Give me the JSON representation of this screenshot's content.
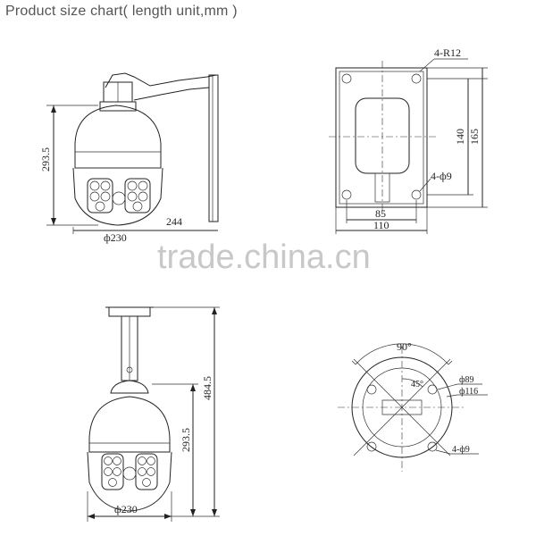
{
  "title": "Product size chart( length unit,mm )",
  "watermark": "trade.china.cn",
  "side_view": {
    "height_label": "293.5",
    "depth_label": "244",
    "diameter_label": "ф230"
  },
  "wall_plate": {
    "corner_radius_label": "4-R12",
    "height_inner_label": "140",
    "height_outer_label": "165",
    "hole_label": "4-ф9",
    "width_inner_label": "85",
    "width_outer_label": "110"
  },
  "pendant_view": {
    "total_height_label": "484.5",
    "dome_height_label": "293.5",
    "diameter_label": "ф230"
  },
  "flange": {
    "angle_90_label": "90°",
    "angle_45_label": "45°",
    "pcd_label": "ф89",
    "outer_label": "ф116",
    "hole_label": "4-ф9"
  },
  "colors": {
    "line": "#222222",
    "title": "#555555",
    "watermark": "#c8c8c8"
  }
}
